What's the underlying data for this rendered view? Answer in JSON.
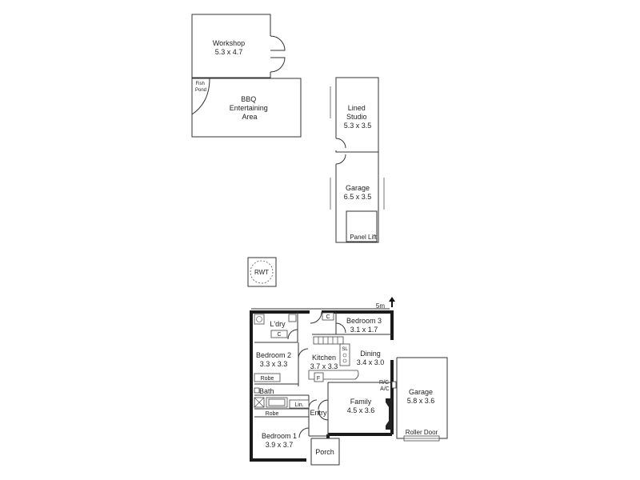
{
  "outbuildings": {
    "workshop": {
      "name": "Workshop",
      "dims": "5.3 x 4.7"
    },
    "fish_pond": {
      "line1": "Fish",
      "line2": "Pond"
    },
    "bbq": {
      "line1": "BBQ",
      "line2": "Entertaining",
      "line3": "Area"
    },
    "studio": {
      "line1": "Lined",
      "line2": "Studio",
      "dims": "5.3 x 3.5"
    },
    "rear_garage": {
      "name": "Garage",
      "dims": "6.5 x 3.5",
      "door": "Panel Lift"
    },
    "rwt": "RWT"
  },
  "house": {
    "scale_label": "5m",
    "laundry": "L'dry",
    "cupboard": "C",
    "bedroom3": {
      "name": "Bedroom 3",
      "dims": "3.1 x 1.7"
    },
    "bedroom2": {
      "name": "Bedroom 2",
      "dims": "3.3 x 3.3"
    },
    "kitchen": {
      "name": "Kitchen",
      "dims": "3.7 x 3.3"
    },
    "sink_mark": "SL",
    "dining": {
      "name": "Dining",
      "dims": "3.4 x 3.0"
    },
    "robe": "Robe",
    "fridge": "F",
    "rc_ac": {
      "line1": "R/C",
      "line2": "A/C"
    },
    "bath": "Bath",
    "linen": "Lin.",
    "family": {
      "name": "Family",
      "dims": "4.5 x 3.6"
    },
    "entry": "Entry",
    "bedroom1": {
      "name": "Bedroom 1",
      "dims": "3.9 x 3.7"
    },
    "porch": "Porch",
    "garage": {
      "name": "Garage",
      "dims": "5.8 x 3.6",
      "door": "Roller Door"
    }
  }
}
